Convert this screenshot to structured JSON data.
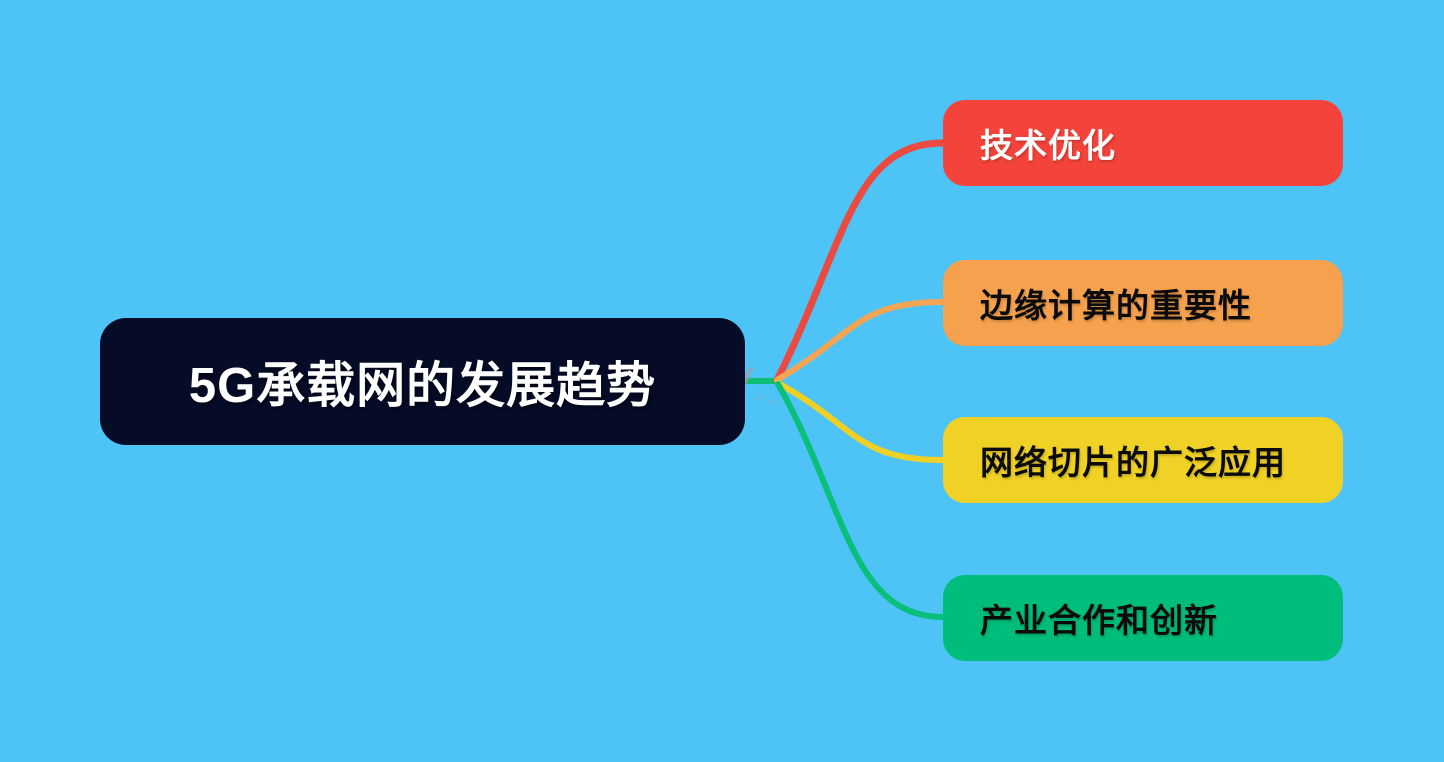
{
  "canvas": {
    "background_color": "#4EC4F6"
  },
  "root": {
    "label": "5G承载网的发展趋势",
    "bg_color": "#060B27",
    "text_color": "#FFFFFF"
  },
  "branches": [
    {
      "label": "技术优化",
      "bg_color": "#F4433A",
      "text_color": "#FFFFFF",
      "line_color": "#EA4A40"
    },
    {
      "label": "边缘计算的重要性",
      "bg_color": "#F5A14E",
      "text_color": "#0B0B0B",
      "line_color": "#F5A454"
    },
    {
      "label": "网络切片的广泛应用",
      "bg_color": "#F0D226",
      "text_color": "#0B0B0B",
      "line_color": "#EFD024"
    },
    {
      "label": "产业合作和创新",
      "bg_color": "#01BD7B",
      "text_color": "#0B0B0B",
      "line_color": "#0ABE7C"
    }
  ],
  "junction": {
    "stub_color": "#0CBD72",
    "tick_color": "#9AA3AD"
  }
}
